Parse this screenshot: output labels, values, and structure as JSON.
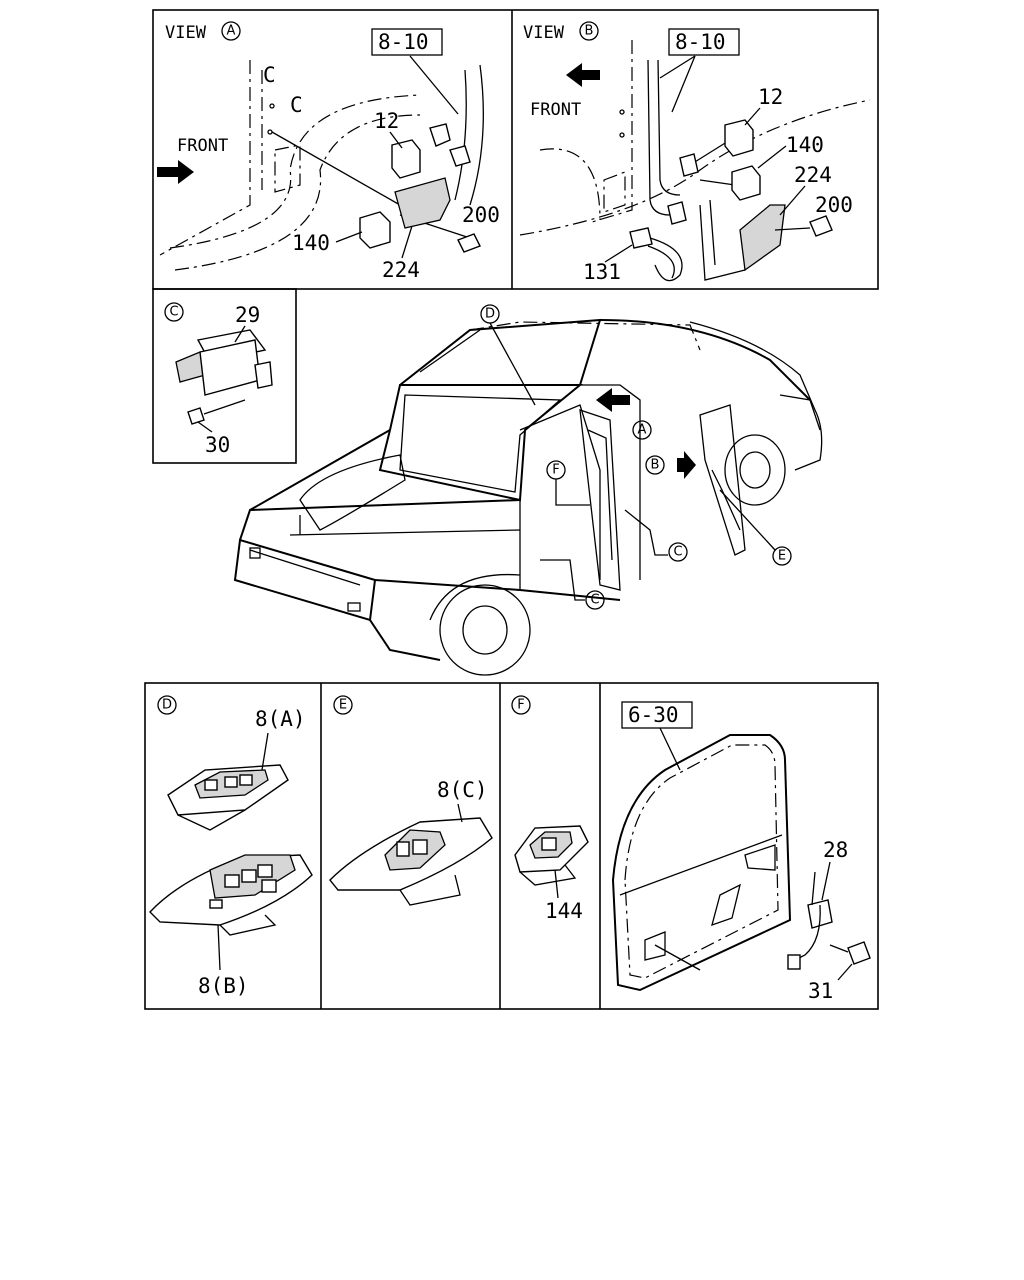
{
  "view_a": {
    "title": "VIEW",
    "marker": "A",
    "ref_box": "8-10",
    "front_label": "FRONT",
    "callouts": {
      "p12": "12",
      "p140": "140",
      "p224": "224",
      "p200": "200"
    }
  },
  "view_b": {
    "title": "VIEW",
    "marker": "B",
    "ref_box": "8-10",
    "front_label": "FRONT",
    "callouts": {
      "p12": "12",
      "p140": "140",
      "p224": "224",
      "p200": "200",
      "p131": "131"
    }
  },
  "detail_c": {
    "marker": "C",
    "callouts": {
      "p29": "29",
      "p30": "30"
    }
  },
  "main_view": {
    "markers": {
      "d": "D",
      "a": "A",
      "b": "B",
      "f": "F",
      "c1": "C",
      "c2": "C",
      "e": "E"
    }
  },
  "detail_d": {
    "marker": "D",
    "callouts": {
      "top": "8(A)",
      "bottom": "8(B)"
    }
  },
  "detail_e": {
    "marker": "E",
    "callouts": {
      "top": "8(C)"
    }
  },
  "detail_f": {
    "marker": "F",
    "callouts": {
      "bottom": "144"
    }
  },
  "door_panel": {
    "ref_box": "6-30",
    "callouts": {
      "p28": "28",
      "p31": "31"
    }
  }
}
